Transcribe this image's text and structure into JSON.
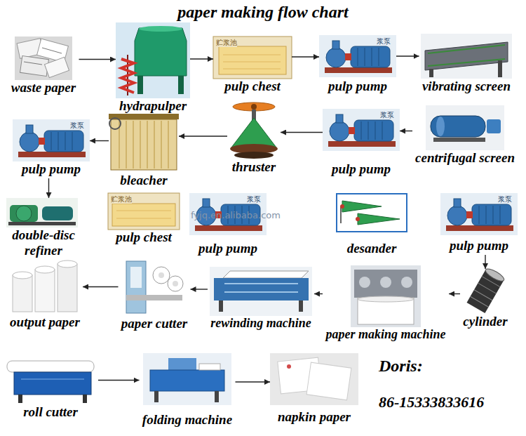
{
  "diagram": {
    "title": "paper making flow chart",
    "nodes": [
      {
        "text": [
          "waste paper"
        ]
      },
      {
        "text": [
          "hydrapulper"
        ]
      },
      {
        "text": [
          "pulp chest"
        ]
      },
      {
        "text": [
          "pulp pump"
        ]
      },
      {
        "text": [
          "vibrating screen"
        ]
      },
      {
        "text": [
          "centrifugal screen"
        ]
      },
      {
        "text": [
          "pulp pump"
        ]
      },
      {
        "text": [
          "thruster"
        ]
      },
      {
        "text": [
          "bleacher"
        ]
      },
      {
        "text": [
          "pulp pump"
        ]
      },
      {
        "text": [
          "double-disc refiner"
        ]
      },
      {
        "text": [
          "pulp chest"
        ]
      },
      {
        "text": [
          "pulp pump"
        ]
      },
      {
        "text": [
          "desander"
        ]
      },
      {
        "text": [
          "pulp pump"
        ]
      },
      {
        "text": [
          "cylinder"
        ]
      },
      {
        "text": [
          "paper making machine"
        ]
      },
      {
        "text": [
          "rewinding machine"
        ]
      },
      {
        "text": [
          "paper cutter"
        ]
      },
      {
        "text": [
          "output paper"
        ]
      },
      {
        "text": [
          "roll cutter"
        ]
      },
      {
        "text": [
          "folding machine"
        ]
      },
      {
        "text": [
          "napkin paper"
        ]
      }
    ],
    "edges": [
      {
        "from": 0,
        "to": 1,
        "arrow": "to"
      },
      {
        "from": 1,
        "to": 2,
        "arrow": "to"
      },
      {
        "from": 2,
        "to": 3,
        "arrow": "to"
      },
      {
        "from": 3,
        "to": 4,
        "arrow": "to"
      },
      {
        "from": 5,
        "to": 6,
        "arrow": "to"
      },
      {
        "from": 6,
        "to": 7,
        "arrow": "to"
      },
      {
        "from": 7,
        "to": 8,
        "arrow": "to"
      },
      {
        "from": 8,
        "to": 9,
        "arrow": "to"
      },
      {
        "from": 9,
        "to": 10,
        "arrow": "to"
      },
      {
        "from": 14,
        "to": 15,
        "arrow": "to"
      },
      {
        "from": 15,
        "to": 16,
        "arrow": "to"
      },
      {
        "from": 16,
        "to": 17,
        "arrow": "to"
      },
      {
        "from": 17,
        "to": 18,
        "arrow": "to"
      },
      {
        "from": 18,
        "to": 19,
        "arrow": "to"
      },
      {
        "from": 20,
        "to": 21,
        "arrow": "to"
      },
      {
        "from": 21,
        "to": 22,
        "arrow": "to"
      }
    ],
    "labels": [
      "贮浆池",
      "浆泵",
      "浆泵",
      "浆泵",
      "贮浆池",
      "fyjq.en.alibaba.com",
      "浆泵",
      "浆泵",
      "Doris:",
      "86-15333833616"
    ]
  }
}
